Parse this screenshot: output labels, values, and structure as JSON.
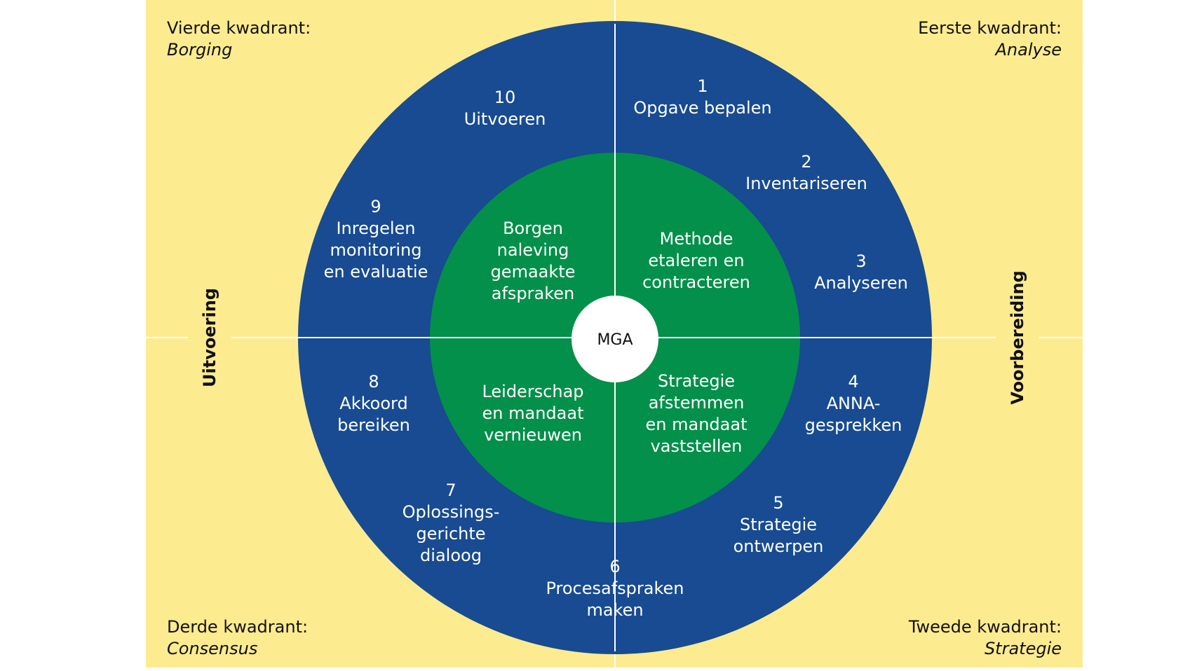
{
  "colors": {
    "background": "#fdeb90",
    "outer_ring": "#184b91",
    "inner_circle": "#03904a",
    "center": "#ffffff",
    "lines": "#ffffff",
    "text_dark": "#111111",
    "text_light": "#ffffff"
  },
  "quadrants": {
    "first": {
      "title": "Eerste kwadrant:",
      "subtitle": "Analyse"
    },
    "second": {
      "title": "Tweede kwadrant:",
      "subtitle": "Strategie"
    },
    "third": {
      "title": "Derde kwadrant:",
      "subtitle": "Consensus"
    },
    "fourth": {
      "title": "Vierde kwadrant:",
      "subtitle": "Borging"
    }
  },
  "side_labels": {
    "left": "Uitvoering",
    "right": "Voorbereiding"
  },
  "center": "MGA",
  "inner": {
    "top_right": [
      "Methode",
      "etaleren en",
      "contracteren"
    ],
    "bottom_right": [
      "Strategie",
      "afstemmen",
      "en mandaat",
      "vaststellen"
    ],
    "bottom_left": [
      "Leiderschap",
      "en mandaat",
      "vernieuwen"
    ],
    "top_left": [
      "Borgen",
      "naleving",
      "gemaakte",
      "afspraken"
    ]
  },
  "steps": [
    {
      "num": "1",
      "lines": [
        "Opgave bepalen"
      ]
    },
    {
      "num": "2",
      "lines": [
        "Inventariseren"
      ]
    },
    {
      "num": "3",
      "lines": [
        "Analyseren"
      ]
    },
    {
      "num": "4",
      "lines": [
        "ANNA-",
        "gesprekken"
      ]
    },
    {
      "num": "5",
      "lines": [
        "Strategie",
        "ontwerpen"
      ]
    },
    {
      "num": "6",
      "lines": [
        "Procesafspraken",
        "maken"
      ]
    },
    {
      "num": "7",
      "lines": [
        "Oplossings-",
        "gerichte",
        "dialoog"
      ]
    },
    {
      "num": "8",
      "lines": [
        "Akkoord",
        "bereiken"
      ]
    },
    {
      "num": "9",
      "lines": [
        "Inregelen",
        "monitoring",
        "en evaluatie"
      ]
    },
    {
      "num": "10",
      "lines": [
        "Uitvoeren"
      ]
    }
  ]
}
